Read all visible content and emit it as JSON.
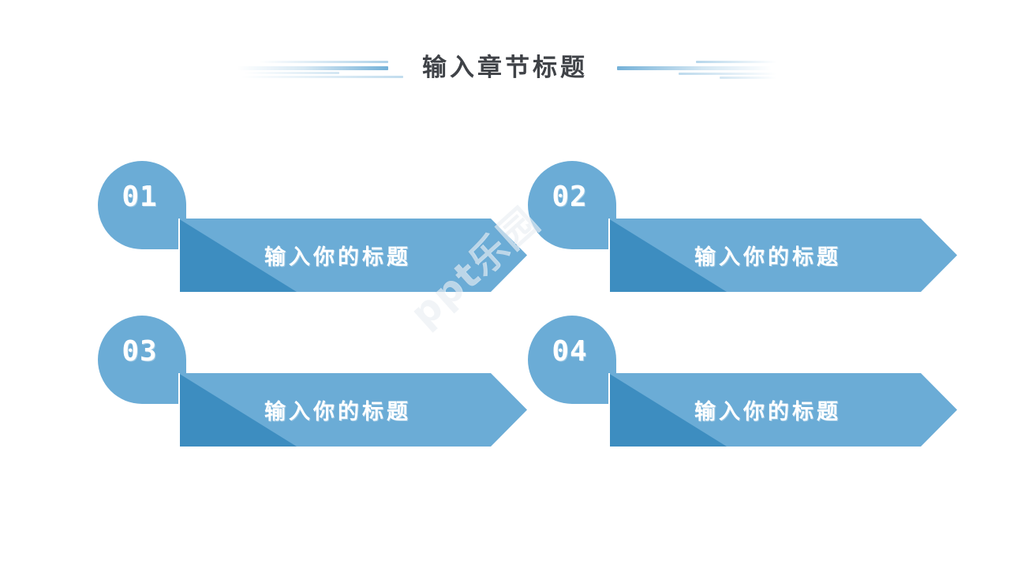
{
  "page": {
    "background_color": "#ffffff",
    "title": "输入章节标题",
    "title_color": "#3f4247"
  },
  "theme": {
    "accent_light": "#6bacd6",
    "accent_dark": "#3d8dc0",
    "text_on_accent": "#ffffff"
  },
  "decorations": {
    "left_line_bundle": "gradient-lines-left",
    "right_line_bundle": "gradient-lines-right"
  },
  "watermark": {
    "text": "ppt乐园"
  },
  "cards": [
    {
      "number": "01",
      "label": "输入你的标题"
    },
    {
      "number": "02",
      "label": "输入你的标题"
    },
    {
      "number": "03",
      "label": "输入你的标题"
    },
    {
      "number": "04",
      "label": "输入你的标题"
    }
  ]
}
